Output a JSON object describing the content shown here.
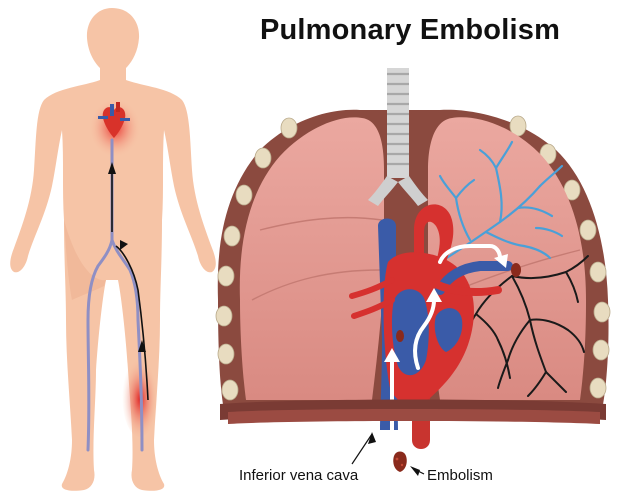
{
  "title": "Pulmonary Embolism",
  "labels": {
    "inferior_vena_cava": "Inferior vena cava",
    "embolism": "Embolism"
  },
  "colors": {
    "skin": "#f6c4a6",
    "lung": "#e39c94",
    "rib_bead": "#e8dcc0",
    "chest_wall": "#8b4a3f",
    "artery": "#d6312f",
    "vein": "#3a5ba8",
    "healthy_vessels": "#4aa0d8",
    "blocked_vessels": "#1a1a1a",
    "clot": "#8a2a1c",
    "trachea": "#c9c9c9",
    "arrow": "#ffffff"
  }
}
